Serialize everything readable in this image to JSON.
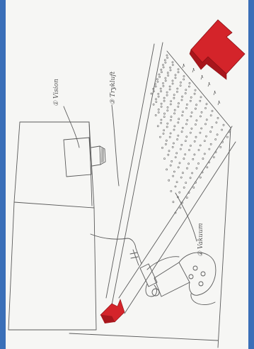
{
  "labels": {
    "vision": "① Vision",
    "trykluft": "③ Trykluft",
    "vakuum": "② Vakuum"
  },
  "colors": {
    "frame": "#3a6fb8",
    "paper": "#f6f6f4",
    "pencil": "#5a5a5a",
    "arrow_red": "#d4242a"
  }
}
